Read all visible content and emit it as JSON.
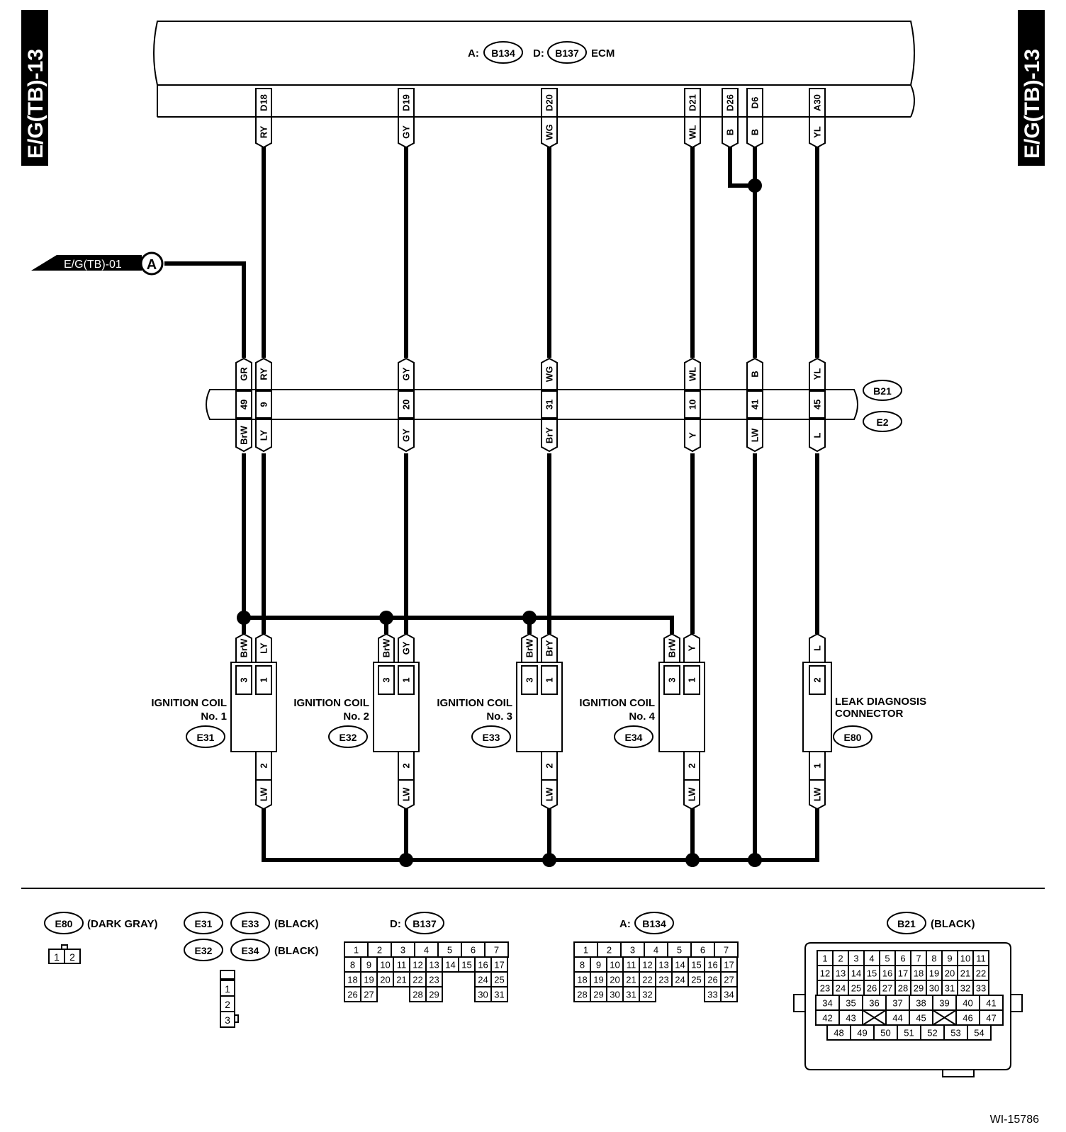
{
  "page_code_left": "E/G(TB)-13",
  "page_code_right": "E/G(TB)-13",
  "figure_id": "WI-15786",
  "ecm": {
    "prefix_a": "A:",
    "connector_a": "B134",
    "prefix_d": "D:",
    "connector_d": "B137",
    "name": "ECM",
    "pins": [
      {
        "pin": "D18",
        "color": "RY"
      },
      {
        "pin": "D19",
        "color": "GY"
      },
      {
        "pin": "D20",
        "color": "WG"
      },
      {
        "pin": "D21",
        "color": "WL"
      },
      {
        "pin": "D26",
        "color": "B"
      },
      {
        "pin": "D6",
        "color": "B"
      },
      {
        "pin": "A30",
        "color": "YL"
      }
    ]
  },
  "ref_input": {
    "label": "E/G(TB)-01",
    "marker": "A"
  },
  "harness": {
    "connector_top": "B21",
    "connector_bottom": "E2",
    "pins": [
      {
        "top": "GR",
        "pin": "49",
        "bottom": "BrW"
      },
      {
        "top": "RY",
        "pin": "9",
        "bottom": "LY"
      },
      {
        "top": "GY",
        "pin": "20",
        "bottom": "GY"
      },
      {
        "top": "WG",
        "pin": "31",
        "bottom": "BrY"
      },
      {
        "top": "WL",
        "pin": "10",
        "bottom": "Y"
      },
      {
        "top": "B",
        "pin": "41",
        "bottom": "LW"
      },
      {
        "top": "YL",
        "pin": "45",
        "bottom": "L"
      }
    ]
  },
  "coils": [
    {
      "title": "IGNITION COIL",
      "num": "No. 1",
      "conn": "E31",
      "w3": "BrW",
      "w1": "LY",
      "p3": "3",
      "p1": "1",
      "p2": "2",
      "w2": "LW"
    },
    {
      "title": "IGNITION COIL",
      "num": "No. 2",
      "conn": "E32",
      "w3": "BrW",
      "w1": "GY",
      "p3": "3",
      "p1": "1",
      "p2": "2",
      "w2": "LW"
    },
    {
      "title": "IGNITION COIL",
      "num": "No. 3",
      "conn": "E33",
      "w3": "BrW",
      "w1": "BrY",
      "p3": "3",
      "p1": "1",
      "p2": "2",
      "w2": "LW"
    },
    {
      "title": "IGNITION COIL",
      "num": "No. 4",
      "conn": "E34",
      "w3": "BrW",
      "w1": "Y",
      "p3": "3",
      "p1": "1",
      "p2": "2",
      "w2": "LW"
    }
  ],
  "leak": {
    "title1": "LEAK DIAGNOSIS",
    "title2": "CONNECTOR",
    "conn": "E80",
    "wtop": "L",
    "ptop": "2",
    "pbot": "1",
    "wbot": "LW"
  },
  "legend": {
    "e80": {
      "conn": "E80",
      "color": "(DARK GRAY)",
      "pins": [
        "1",
        "2"
      ]
    },
    "coils_row1": {
      "conn_a": "E31",
      "conn_b": "E33",
      "color": "(BLACK)"
    },
    "coils_row2": {
      "conn_a": "E32",
      "conn_b": "E34",
      "color": "(BLACK)"
    },
    "coil_pins": [
      "1",
      "2",
      "3"
    ],
    "d_conn": {
      "prefix": "D:",
      "conn": "B137",
      "rows": [
        [
          "1",
          "2",
          "3",
          "4",
          "5",
          "6",
          "7"
        ],
        [
          "8",
          "9",
          "10",
          "11",
          "12",
          "13",
          "14",
          "15",
          "16",
          "17"
        ],
        [
          "18",
          "19",
          "20",
          "21",
          "22",
          "23",
          "",
          "",
          "24",
          "25"
        ],
        [
          "26",
          "27",
          "",
          "",
          "28",
          "29",
          "",
          "",
          "30",
          "31"
        ]
      ]
    },
    "a_conn": {
      "prefix": "A:",
      "conn": "B134",
      "rows": [
        [
          "1",
          "2",
          "3",
          "4",
          "5",
          "6",
          "7"
        ],
        [
          "8",
          "9",
          "10",
          "11",
          "12",
          "13",
          "14",
          "15",
          "16",
          "17"
        ],
        [
          "18",
          "19",
          "20",
          "21",
          "22",
          "23",
          "24",
          "25",
          "26",
          "27"
        ],
        [
          "28",
          "29",
          "30",
          "31",
          "32",
          "",
          "",
          "",
          "33",
          "34"
        ]
      ]
    },
    "b21": {
      "conn": "B21",
      "color": "(BLACK)",
      "rows": [
        [
          "1",
          "2",
          "3",
          "4",
          "5",
          "6",
          "7",
          "8",
          "9",
          "10",
          "11"
        ],
        [
          "12",
          "13",
          "14",
          "15",
          "16",
          "17",
          "18",
          "19",
          "20",
          "21",
          "22"
        ],
        [
          "23",
          "24",
          "25",
          "26",
          "27",
          "28",
          "29",
          "30",
          "31",
          "32",
          "33"
        ],
        [
          "34",
          "35",
          "36",
          "37",
          "38",
          "39",
          "40",
          "41"
        ],
        [
          "42",
          "43",
          "",
          "44",
          "45",
          "",
          "46",
          "47"
        ],
        [
          "48",
          "49",
          "50",
          "51",
          "52",
          "53",
          "54"
        ]
      ]
    }
  }
}
